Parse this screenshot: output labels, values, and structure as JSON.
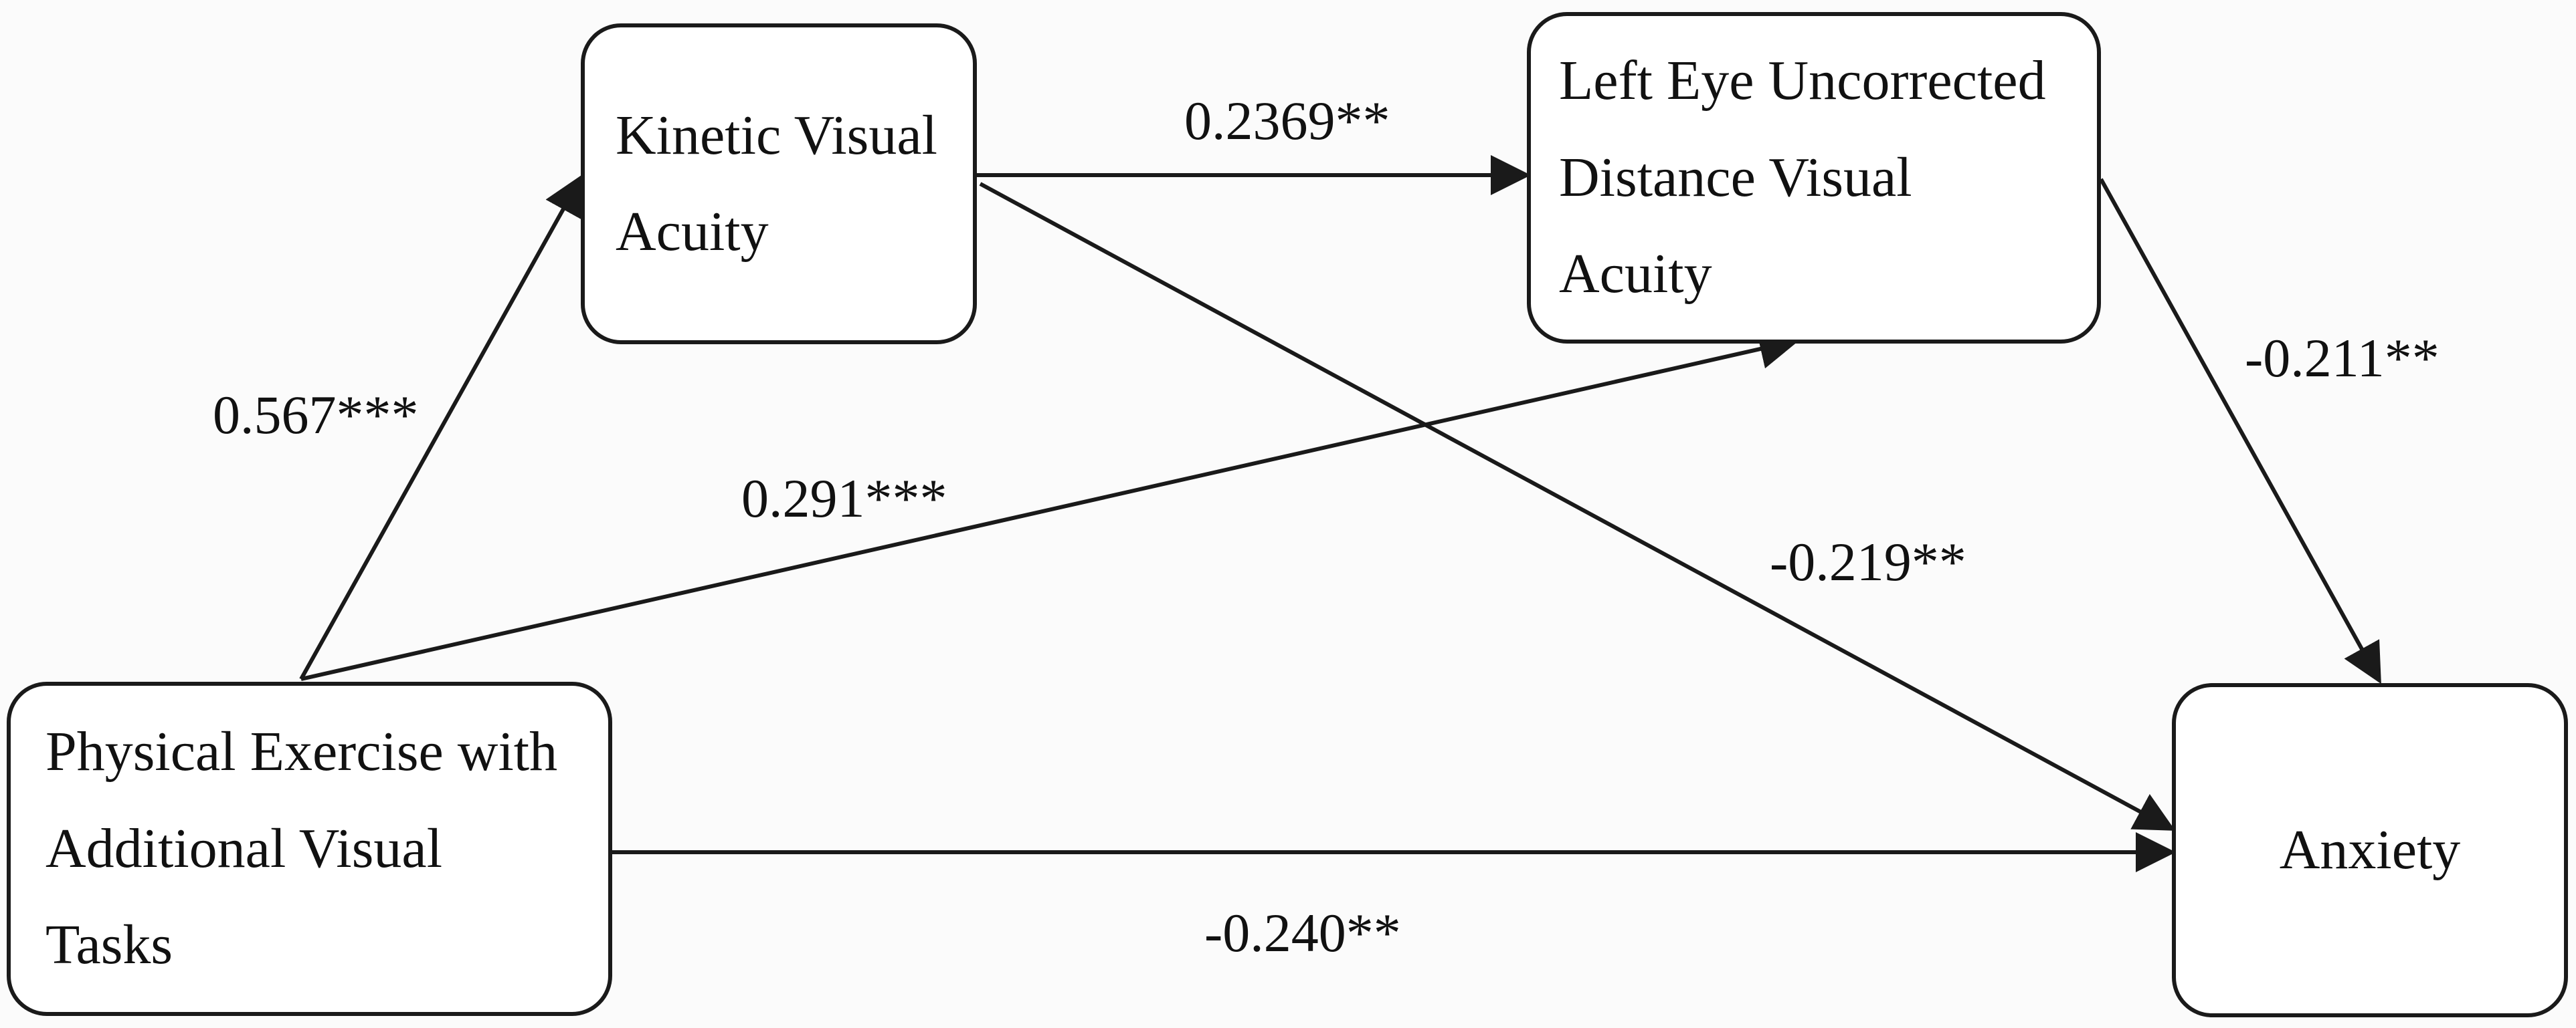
{
  "nodes": {
    "kinetic_visual_acuity": "Kinetic Visual\nAcuity",
    "left_eye_uncorrected": "Left Eye Uncorrected\nDistance Visual\nAcuity",
    "physical_exercise": "Physical Exercise with\nAdditional Visual\nTasks",
    "anxiety": "Anxiety"
  },
  "paths": {
    "exercise_to_kinetic": "0.567***",
    "kinetic_to_left_eye": "0.2369**",
    "exercise_to_left_eye": "0.291***",
    "kinetic_to_anxiety": "-0.219**",
    "left_eye_to_anxiety": "-0.211**",
    "exercise_to_anxiety": "-0.240**"
  },
  "colors": {
    "line": "#1a1a1a",
    "background": "#fbfbfb",
    "text": "#111111"
  }
}
